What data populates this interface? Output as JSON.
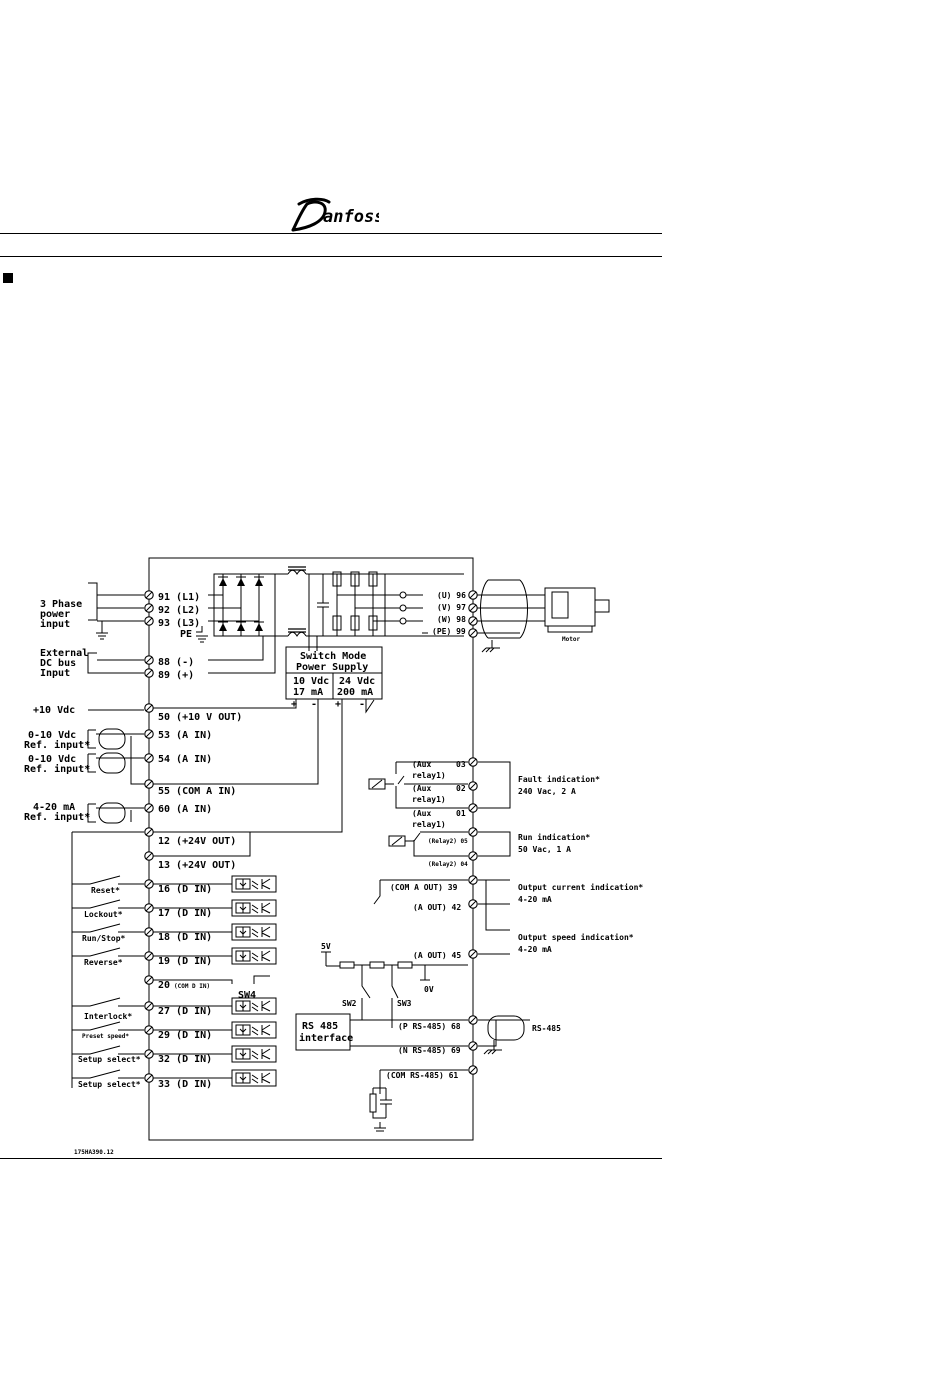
{
  "header": {
    "brand": "Danfoss"
  },
  "diagram": {
    "mains": {
      "label_lines": [
        "3 Phase",
        "power",
        "input"
      ],
      "terminals": [
        "91 (L1)",
        "92 (L2)",
        "93 (L3)"
      ],
      "pe": "PE"
    },
    "dcbus": {
      "label_lines": [
        "External",
        "DC bus",
        "Input"
      ],
      "terminals": [
        "88 (-)",
        "89 (+)"
      ]
    },
    "psu": {
      "title_lines": [
        "Switch Mode",
        "Power Supply"
      ],
      "left_lines": [
        "10 Vdc",
        "17 mA"
      ],
      "right_lines": [
        "24 Vdc",
        "200 mA"
      ]
    },
    "analog": {
      "ext_labels": [
        "+10 Vdc",
        "0-10 Vdc",
        "Ref. input*",
        "0-10 Vdc",
        "Ref. input*",
        "4-20 mA",
        "Ref. input*"
      ],
      "terminals": [
        "50 (+10 V OUT)",
        "53 (A IN)",
        "54 (A IN)",
        "55 (COM A IN)",
        "60 (A IN)",
        "12 (+24V OUT)",
        "13 (+24V OUT)"
      ]
    },
    "digital": {
      "switch_labels": [
        "Reset*",
        "Lockout*",
        "Run/Stop*",
        "Reverse*",
        "Interlock*",
        "Preset speed*",
        "Setup select*",
        "Setup select*"
      ],
      "terminals": [
        "16 (D IN)",
        "17 (D IN)",
        "18 (D IN)",
        "19 (D IN)",
        "27 (D IN)",
        "29 (D IN)",
        "32 (D IN)",
        "33 (D IN)"
      ],
      "com_number": "20",
      "com_label": "(COM D IN)",
      "sw4": "SW4"
    },
    "motor": {
      "terminals": [
        "(U) 96",
        "(V) 97",
        "(W) 98",
        "(PE) 99"
      ],
      "label": "Motor"
    },
    "relay1": {
      "terminals": [
        {
          "pre": "(Aux",
          "post": "03",
          "line2": "relay1)"
        },
        {
          "pre": "(Aux",
          "post": "02",
          "line2": "relay1)"
        },
        {
          "pre": "(Aux",
          "post": "01",
          "line2": "relay1)"
        }
      ],
      "desc_lines": [
        "Fault indication*",
        "240 Vac, 2 A"
      ]
    },
    "relay2": {
      "terminals": [
        "(Relay2) 05",
        "(Relay2) 04"
      ],
      "desc_lines": [
        "Run indication*",
        "50 Vac, 1 A"
      ]
    },
    "aout": {
      "terminals": [
        "(COM A OUT) 39",
        "(A OUT) 42",
        "(A OUT) 45"
      ],
      "current_lines": [
        "Output current indication*",
        "4-20 mA"
      ],
      "speed_lines": [
        "Output speed indication*",
        "4-20 mA"
      ],
      "v5": "5V",
      "v0": "0V",
      "sw2": "SW2",
      "sw3": "SW3"
    },
    "rs485": {
      "box_lines": [
        "RS 485",
        "interface"
      ],
      "terminals": [
        "(P RS-485) 68",
        "(N RS-485) 69",
        "(COM RS-485) 61"
      ],
      "ext_label": "RS-485"
    },
    "figure_code": "175HA390.12"
  }
}
